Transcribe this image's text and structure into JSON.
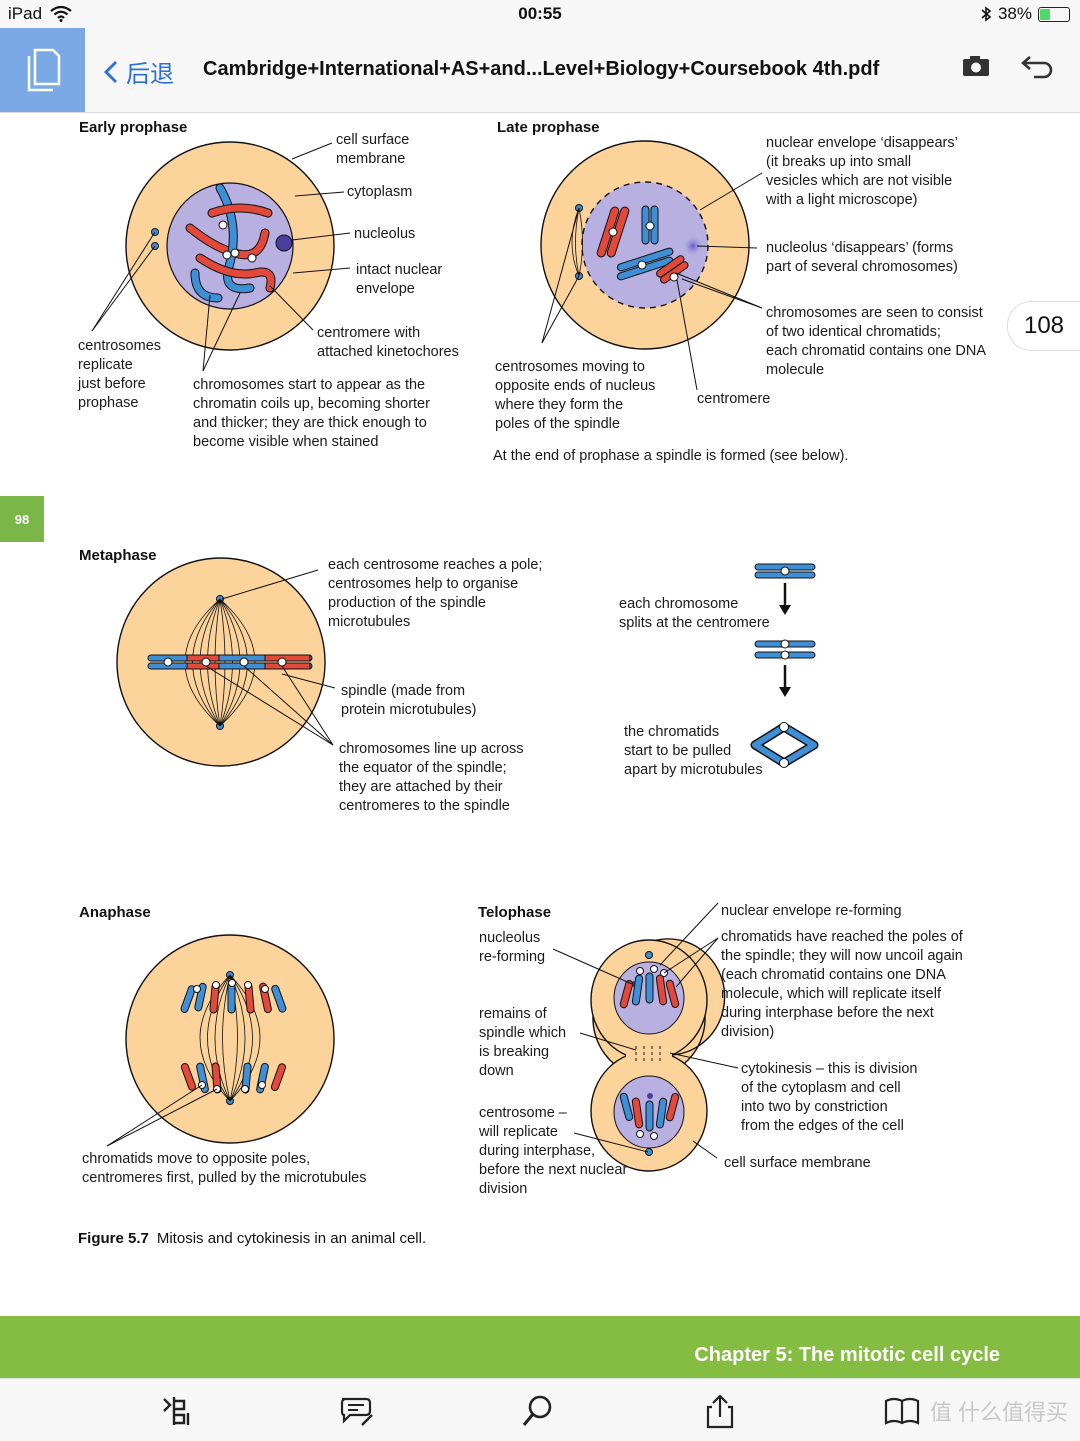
{
  "status": {
    "device": "iPad",
    "time": "00:55",
    "battery_percent": "38%",
    "battery_level": 0.38
  },
  "nav": {
    "back_label": "后退",
    "title": "Cambridge+International+AS+and...Level+Biology+Coursebook 4th.pdf"
  },
  "icons": [
    "document-icon",
    "chevron-left-icon",
    "camera-icon",
    "undo-icon",
    "wifi-icon",
    "bluetooth-icon"
  ],
  "page": {
    "side_page_number": "98",
    "reader_page_number": "108",
    "early_prophase": {
      "heading": "Early prophase",
      "cell_surface_membrane": "cell surface\nmembrane",
      "cytoplasm": "cytoplasm",
      "nucleolus": "nucleolus",
      "intact_nuclear_envelope": "intact nuclear\nenvelope",
      "centromere": "centromere with\nattached kinetochores",
      "centrosomes": "centrosomes\nreplicate\njust before\nprophase",
      "chromosomes": "chromosomes start to appear as the\nchromatin coils up, becoming shorter\nand thicker; they are thick enough to\nbecome visible when stained"
    },
    "late_prophase": {
      "heading": "Late prophase",
      "nuclear_envelope": "nuclear envelope ‘disappears’\n(it breaks up into small\nvesicles which are not visible\nwith a light microscope)",
      "nucleolus": "nucleolus ‘disappears’ (forms\npart of several chromosomes)",
      "chromatids": "chromosomes are seen to consist\nof two identical chromatids;\neach chromatid contains one DNA\nmolecule",
      "centrosomes": "centrosomes moving to\nopposite ends of nucleus\nwhere they form the\npoles of the spindle",
      "centromere": "centromere",
      "end_note": "At the end of prophase a spindle is formed (see below)."
    },
    "metaphase": {
      "heading": "Metaphase",
      "centrosome_pole": "each centrosome reaches a pole;\ncentrosomes help to organise\nproduction of the spindle\nmicrotubules",
      "spindle": "spindle (made from\nprotein microtubules)",
      "chromosomes_line": "chromosomes line up across\nthe equator of the spindle;\nthey are attached by their\ncentromeres to the spindle",
      "splits": "each chromosome\nsplits at the centromere",
      "pulled": "the chromatids\nstart to be pulled\napart by microtubules"
    },
    "anaphase": {
      "heading": "Anaphase",
      "chromatids_move": "chromatids move to opposite poles,\ncentromeres first, pulled by the microtubules"
    },
    "telophase": {
      "heading": "Telophase",
      "nucleolus_reforming": "nucleolus\nre-forming",
      "nuclear_envelope_reforming": "nuclear envelope re-forming",
      "chromatids_reached": "chromatids have reached the poles of\nthe spindle; they will now uncoil again\n(each chromatid contains one DNA\nmolecule, which will replicate itself\nduring interphase before the next\ndivision)",
      "spindle_remains": "remains of\nspindle which\nis breaking\ndown",
      "cytokinesis": "cytokinesis – this is division\nof the cytoplasm and cell\ninto two by constriction\nfrom the edges of the cell",
      "centrosome_replicate": "centrosome –\nwill replicate\nduring interphase,\nbefore the next nuclear\ndivision",
      "cell_surface_membrane": "cell surface membrane"
    },
    "figure_number": "Figure 5.7",
    "figure_caption": "Mitosis and cytokinesis in an animal cell.",
    "chapter_title": "Chapter 5: The mitotic cell cycle"
  },
  "toolbar": {
    "icons": [
      "pages-icon",
      "annotate-icon",
      "search-icon",
      "share-icon",
      "bookmark-icon"
    ],
    "watermark": "值 什么值得买"
  },
  "colors": {
    "cytoplasm": "#fcd39b",
    "nucleus": "#b7b0e0",
    "red_chromatid": "#e2493a",
    "blue_chromatid": "#3f8fd6",
    "chapter_green": "#84bd41",
    "link_blue": "#2b6fd6"
  }
}
